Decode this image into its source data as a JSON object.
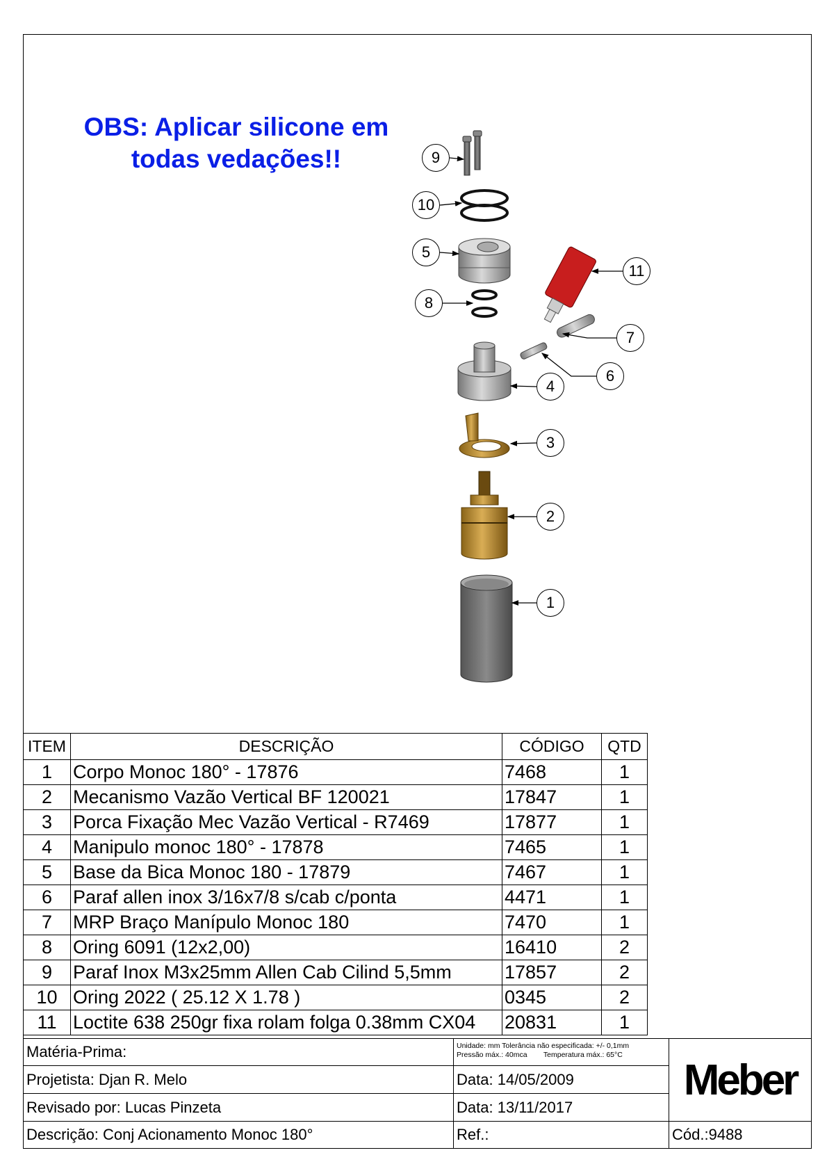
{
  "note": {
    "line1": "OBS: Aplicar silicone em",
    "line2": "todas vedações!!"
  },
  "callouts": [
    "1",
    "2",
    "3",
    "4",
    "5",
    "6",
    "7",
    "8",
    "9",
    "10",
    "11"
  ],
  "colors": {
    "note_blue": "#0a1fe6",
    "loctite_red": "#c81e1e",
    "brass": "#b8892e",
    "steel": "#9a9c9e"
  },
  "bom": {
    "headers": {
      "item": "ITEM",
      "description": "DESCRIÇÃO",
      "code": "CÓDIGO",
      "qty": "QTD"
    },
    "rows": [
      {
        "item": "1",
        "description": "Corpo Monoc 180° - 17876",
        "code": "7468",
        "qty": "1"
      },
      {
        "item": "2",
        "description": "Mecanismo Vazão Vertical BF 120021",
        "code": "17847",
        "qty": "1"
      },
      {
        "item": "3",
        "description": "Porca Fixação Mec Vazão Vertical - R7469",
        "code": "17877",
        "qty": "1"
      },
      {
        "item": "4",
        "description": "Manipulo monoc 180° - 17878",
        "code": "7465",
        "qty": "1"
      },
      {
        "item": "5",
        "description": "Base da Bica Monoc 180 - 17879",
        "code": "7467",
        "qty": "1"
      },
      {
        "item": "6",
        "description": "Paraf allen inox 3/16x7/8 s/cab c/ponta",
        "code": "4471",
        "qty": "1"
      },
      {
        "item": "7",
        "description": "MRP Braço Manípulo Monoc 180",
        "code": "7470",
        "qty": "1"
      },
      {
        "item": "8",
        "description": "Oring  6091 (12x2,00)",
        "code": "16410",
        "qty": "2"
      },
      {
        "item": "9",
        "description": "Paraf Inox  M3x25mm Allen Cab Cilind 5,5mm",
        "code": "17857",
        "qty": "2"
      },
      {
        "item": "10",
        "description": "Oring 2022 ( 25.12 X 1.78 )",
        "code": "0345",
        "qty": "2"
      },
      {
        "item": "11",
        "description": "Loctite 638 250gr fixa rolam folga 0.38mm CX04",
        "code": "20831",
        "qty": "1"
      }
    ]
  },
  "title_block": {
    "materia_prima": "Matéria-Prima:",
    "note_line1": "Unidade: mm Tolerância não especificada: +/- 0,1mm",
    "note_line2a": "Pressão máx.: 40mca",
    "note_line2b": "Temperatura máx.: 65°C",
    "projetista_label": "Projetista:",
    "projetista": "Djan R. Melo",
    "data1_label": "Data:",
    "data1": "14/05/2009",
    "revisado_label": "Revisado por:",
    "revisado": "Lucas Pinzeta",
    "data2_label": "Data:",
    "data2": "13/11/2017",
    "descricao_label": "Descrição:",
    "descricao": "Conj Acionamento Monoc 180°",
    "ref_label": "Ref.:",
    "cod_label": "Cód.:",
    "cod": "9488",
    "logo": "Meber"
  }
}
